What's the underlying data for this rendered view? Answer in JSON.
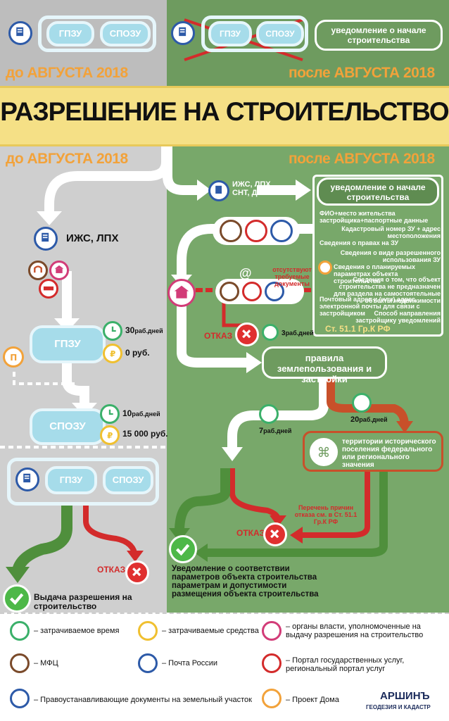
{
  "header": {
    "left_pills": [
      "ГПЗУ",
      "СПОЗУ"
    ],
    "right_pills_crossed": [
      "ГПЗУ",
      "СПОЗУ"
    ],
    "right_notice": "уведомление о начале строительства",
    "before": "до АВГУСТА 2018",
    "after": "после АВГУСТА 2018"
  },
  "title": "РАЗРЕШЕНИЕ НА СТРОИТЕЛЬСТВО",
  "left": {
    "ijs": "ИЖС, ЛПХ",
    "gpzu": "ГПЗУ",
    "gpzu_time": "30",
    "gpzu_cost": "0 руб.",
    "spozu": "СПОЗУ",
    "spozu_time": "10",
    "spozu_cost": "15 000 руб.",
    "days_unit": "раб.дней",
    "bottom_pills": [
      "ГПЗУ",
      "СПОЗУ"
    ],
    "reject": "ОТКАЗ",
    "issue": "Выдача разрешения на строительство"
  },
  "right": {
    "types": "ИЖС, ЛПХ СНТ, ДНП",
    "notice_title": "уведомление о начале строительства",
    "notice_items": [
      "ФИО+место жительства застройщика+паспортные данные",
      "Кадастровый номер ЗУ + адрес местоположения",
      "Сведения о правах на ЗУ",
      "Сведения о виде разрешенного использования ЗУ",
      "Сведения о планируемых параметрах объекта строительства",
      "Сведения о том, что объект строительства не предназначен для раздела на самостоятельные объекты недвижимости",
      "Почтовый адрес и (или) адрес электронной почты для связи с застройщиком",
      "Способ направления застройщику уведомлений"
    ],
    "law": "Ст. 51.1 Гр.К РФ",
    "missing_docs": "отсутствуют требуемые документы",
    "reject": "ОТКАЗ",
    "reject_days": "3",
    "rules": "правила землепользования и застройки",
    "days7": "7",
    "days20": "20",
    "days_unit": "раб.дней",
    "historic": "территории исторического поселения федерального или регионального значения",
    "reasons": "Перечень причин отказа см. в Ст. 51.1 Гр.К РФ",
    "reject2": "ОТКАЗ",
    "result": "Уведомление о соответствии параметров объекта строительства параметрам и допустимости размещения объекта строительства"
  },
  "legend": {
    "time": "– затрачиваемое время",
    "money": "– затрачиваемые средства",
    "authority": "– органы власти, уполномоченные на выдачу разрешения на строительство",
    "mfc": "– МФЦ",
    "post": "– Почта России",
    "portal": "– Портал государственных услуг, региональный портал услуг",
    "docs": "– Правоустанавливающие документы на земельный участок",
    "project": "– Проект Дома",
    "brand": "АРШИНЪ",
    "brand_sub": "ГЕОДЕЗИЯ И КАДАСТР"
  },
  "colors": {
    "accent_orange": "#f2a23a",
    "green": "#78a86a",
    "red": "#d32b2b",
    "blue": "#a6dcea",
    "yellow": "#f5e086"
  }
}
